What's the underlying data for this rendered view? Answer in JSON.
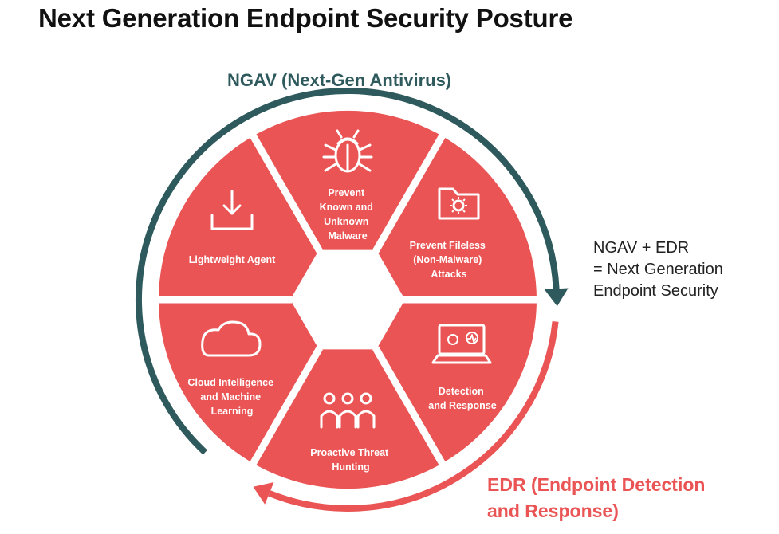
{
  "title": "Next Generation Endpoint Security Posture",
  "ngav_label": "NGAV (Next-Gen Antivirus)",
  "combined": {
    "line1": "NGAV + EDR",
    "line2": "= Next Generation",
    "line3": "Endpoint Security"
  },
  "edr_label": {
    "line1": "EDR (Endpoint Detection",
    "line2": "and Response)"
  },
  "segments": [
    {
      "icon": "bug-icon",
      "lines": [
        "Prevent",
        "Known and",
        "Unknown",
        "Malware"
      ]
    },
    {
      "icon": "folder-virus-icon",
      "lines": [
        "Prevent Fileless",
        "(Non-Malware)",
        "Attacks"
      ]
    },
    {
      "icon": "laptop-monitoring-icon",
      "lines": [
        "Detection",
        "and Response"
      ]
    },
    {
      "icon": "team-icon",
      "lines": [
        "Proactive Threat",
        "Hunting"
      ]
    },
    {
      "icon": "cloud-icon",
      "lines": [
        "Cloud Intelligence",
        "and Machine",
        "Learning"
      ]
    },
    {
      "icon": "download-icon",
      "lines": [
        "Lightweight Agent"
      ]
    }
  ],
  "colors": {
    "segment_fill": "#ea5454",
    "ngav_arrow": "#2f5a5d",
    "edr_arrow": "#ea5454",
    "title": "#111111"
  }
}
